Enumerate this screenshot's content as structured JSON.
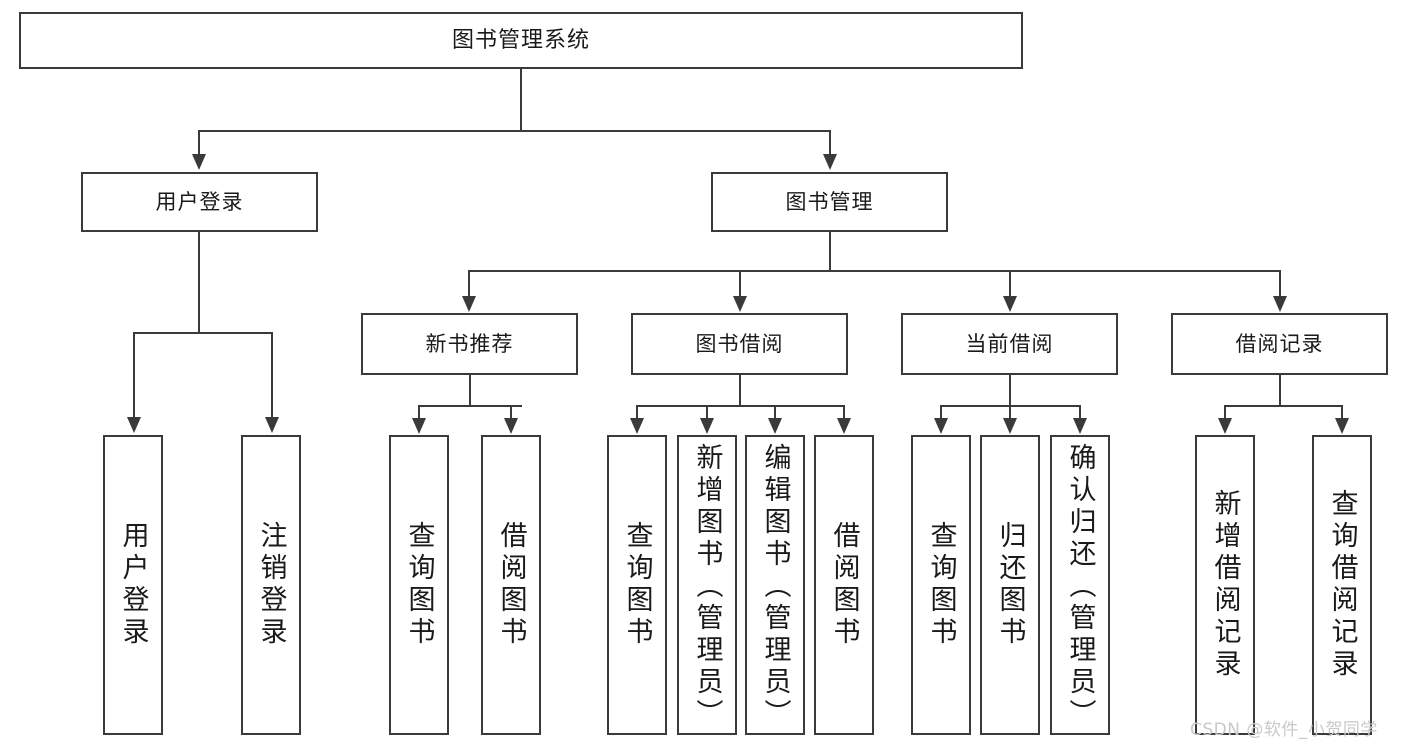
{
  "diagram": {
    "title": "图书管理系统",
    "type": "tree-hierarchy-chart",
    "watermark": "CSDN @软件_小贺同学",
    "colors": {
      "background": "#ffffff",
      "node_border": "#3a3a3a",
      "node_fill": "#ffffff",
      "edge": "#3a3a3a",
      "text": "#1a1a1a",
      "watermark": "#c9c9c9"
    }
  },
  "nodes": {
    "root": {
      "label": "图书管理系统"
    },
    "level1": [
      {
        "label": "用户登录"
      },
      {
        "label": "图书管理"
      }
    ],
    "level2": [
      {
        "label": "新书推荐"
      },
      {
        "label": "图书借阅"
      },
      {
        "label": "当前借阅"
      },
      {
        "label": "借阅记录"
      }
    ],
    "user_login_children": [
      {
        "label": "用户登录"
      },
      {
        "label": "注销登录"
      }
    ],
    "new_book_children": [
      {
        "label": "查询图书"
      },
      {
        "label": "借阅图书"
      }
    ],
    "borrow_book_children": [
      {
        "label": "查询图书"
      },
      {
        "label": "新增图书（管理员）"
      },
      {
        "label": "编辑图书（管理员）"
      },
      {
        "label": "借阅图书"
      }
    ],
    "current_borrow_children": [
      {
        "label": "查询图书"
      },
      {
        "label": "归还图书"
      },
      {
        "label": "确认归还（管理员）"
      }
    ],
    "borrow_record_children": [
      {
        "label": "新增借阅记录"
      },
      {
        "label": "查询借阅记录"
      }
    ]
  }
}
